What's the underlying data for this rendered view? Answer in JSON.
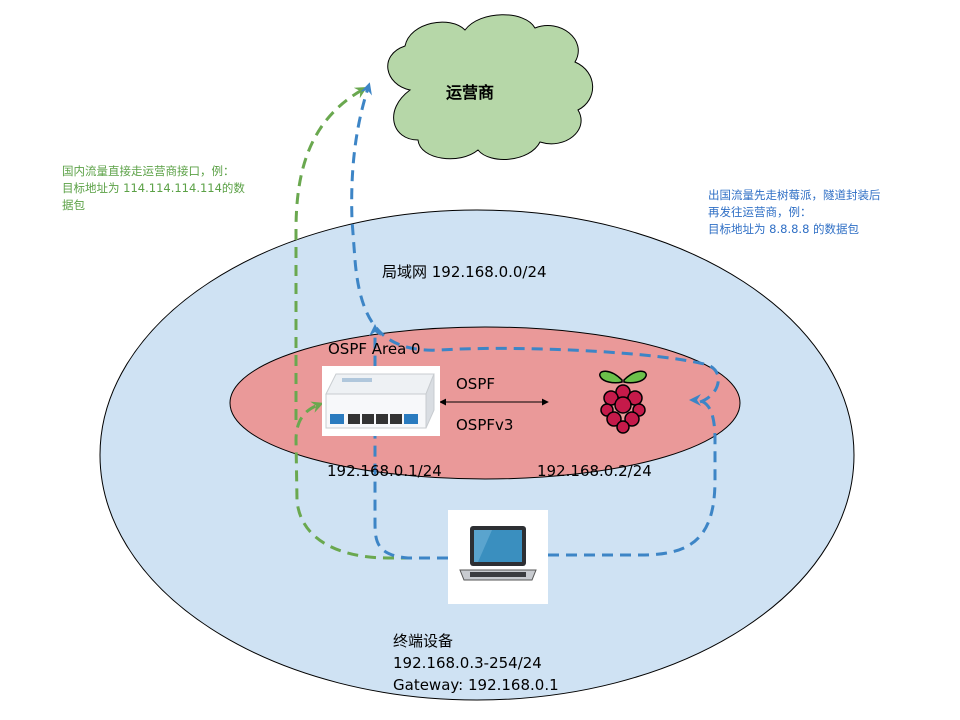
{
  "isp": {
    "label": "运营商"
  },
  "lan": {
    "label": "局域网 192.168.0.0/24"
  },
  "ospf_area": {
    "label": "OSPF Area 0"
  },
  "link": {
    "proto_top": "OSPF",
    "proto_bottom": "OSPFv3"
  },
  "router": {
    "ip": "192.168.0.1/24"
  },
  "raspberry_pi": {
    "ip": "192.168.0.2/24"
  },
  "terminal": {
    "title": "终端设备",
    "subnet": "192.168.0.3-254/24",
    "gateway": "Gateway: 192.168.0.1"
  },
  "notes": {
    "domestic": [
      "国内流量直接走运营商接口，例：",
      "目标地址为 114.114.114.114的数",
      "据包"
    ],
    "overseas": [
      "出国流量先走树莓派，隧道封装后",
      "再发往运营商，例：",
      "目标地址为 8.8.8.8 的数据包"
    ]
  },
  "colors": {
    "lan_fill": "#cfe2f3",
    "area_fill": "#ea9999",
    "cloud_fill": "#b6d7a8",
    "domestic_path": "#6aa84f",
    "overseas_path": "#3d85c6"
  }
}
